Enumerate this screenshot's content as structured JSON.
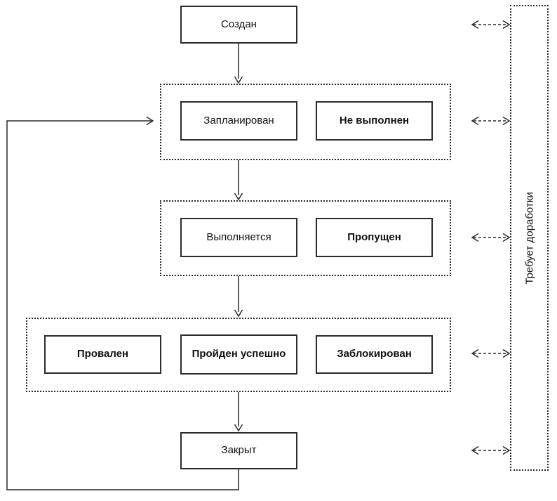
{
  "diagram": {
    "nodes": {
      "created": {
        "label": "Создан"
      },
      "planned": {
        "label": "Запланирован"
      },
      "not_executed": {
        "label": "Не выполнен"
      },
      "in_progress": {
        "label": "Выполняется"
      },
      "skipped": {
        "label": "Пропущен"
      },
      "failed": {
        "label": "Провален"
      },
      "passed": {
        "label": "Пройден успешно"
      },
      "blocked": {
        "label": "Заблокирован"
      },
      "closed": {
        "label": "Закрыт"
      },
      "needs_rework": {
        "label": "Требует доработки"
      }
    },
    "groups": [
      {
        "members": [
          "planned",
          "not_executed"
        ]
      },
      {
        "members": [
          "in_progress",
          "skipped"
        ]
      },
      {
        "members": [
          "failed",
          "passed",
          "blocked"
        ]
      }
    ],
    "edges": [
      {
        "from": "created",
        "to": "group-planned",
        "style": "solid-arrow"
      },
      {
        "from": "group-planned",
        "to": "group-running",
        "style": "solid-arrow"
      },
      {
        "from": "group-running",
        "to": "group-result",
        "style": "solid-arrow"
      },
      {
        "from": "group-result",
        "to": "closed",
        "style": "solid-arrow"
      },
      {
        "from": "closed",
        "to": "group-planned",
        "style": "solid-arrow-loop-left"
      },
      {
        "from": "created",
        "to": "needs_rework",
        "style": "dashed-double-arrow"
      },
      {
        "from": "group-planned",
        "to": "needs_rework",
        "style": "dashed-double-arrow"
      },
      {
        "from": "group-running",
        "to": "needs_rework",
        "style": "dashed-double-arrow"
      },
      {
        "from": "group-result",
        "to": "needs_rework",
        "style": "dashed-double-arrow"
      },
      {
        "from": "closed",
        "to": "needs_rework",
        "style": "dashed-double-arrow"
      }
    ],
    "colors": {
      "background": "#ffffff",
      "line": "#2a2a2a",
      "box_border": "#2b2b2b",
      "text": "#111111"
    }
  }
}
